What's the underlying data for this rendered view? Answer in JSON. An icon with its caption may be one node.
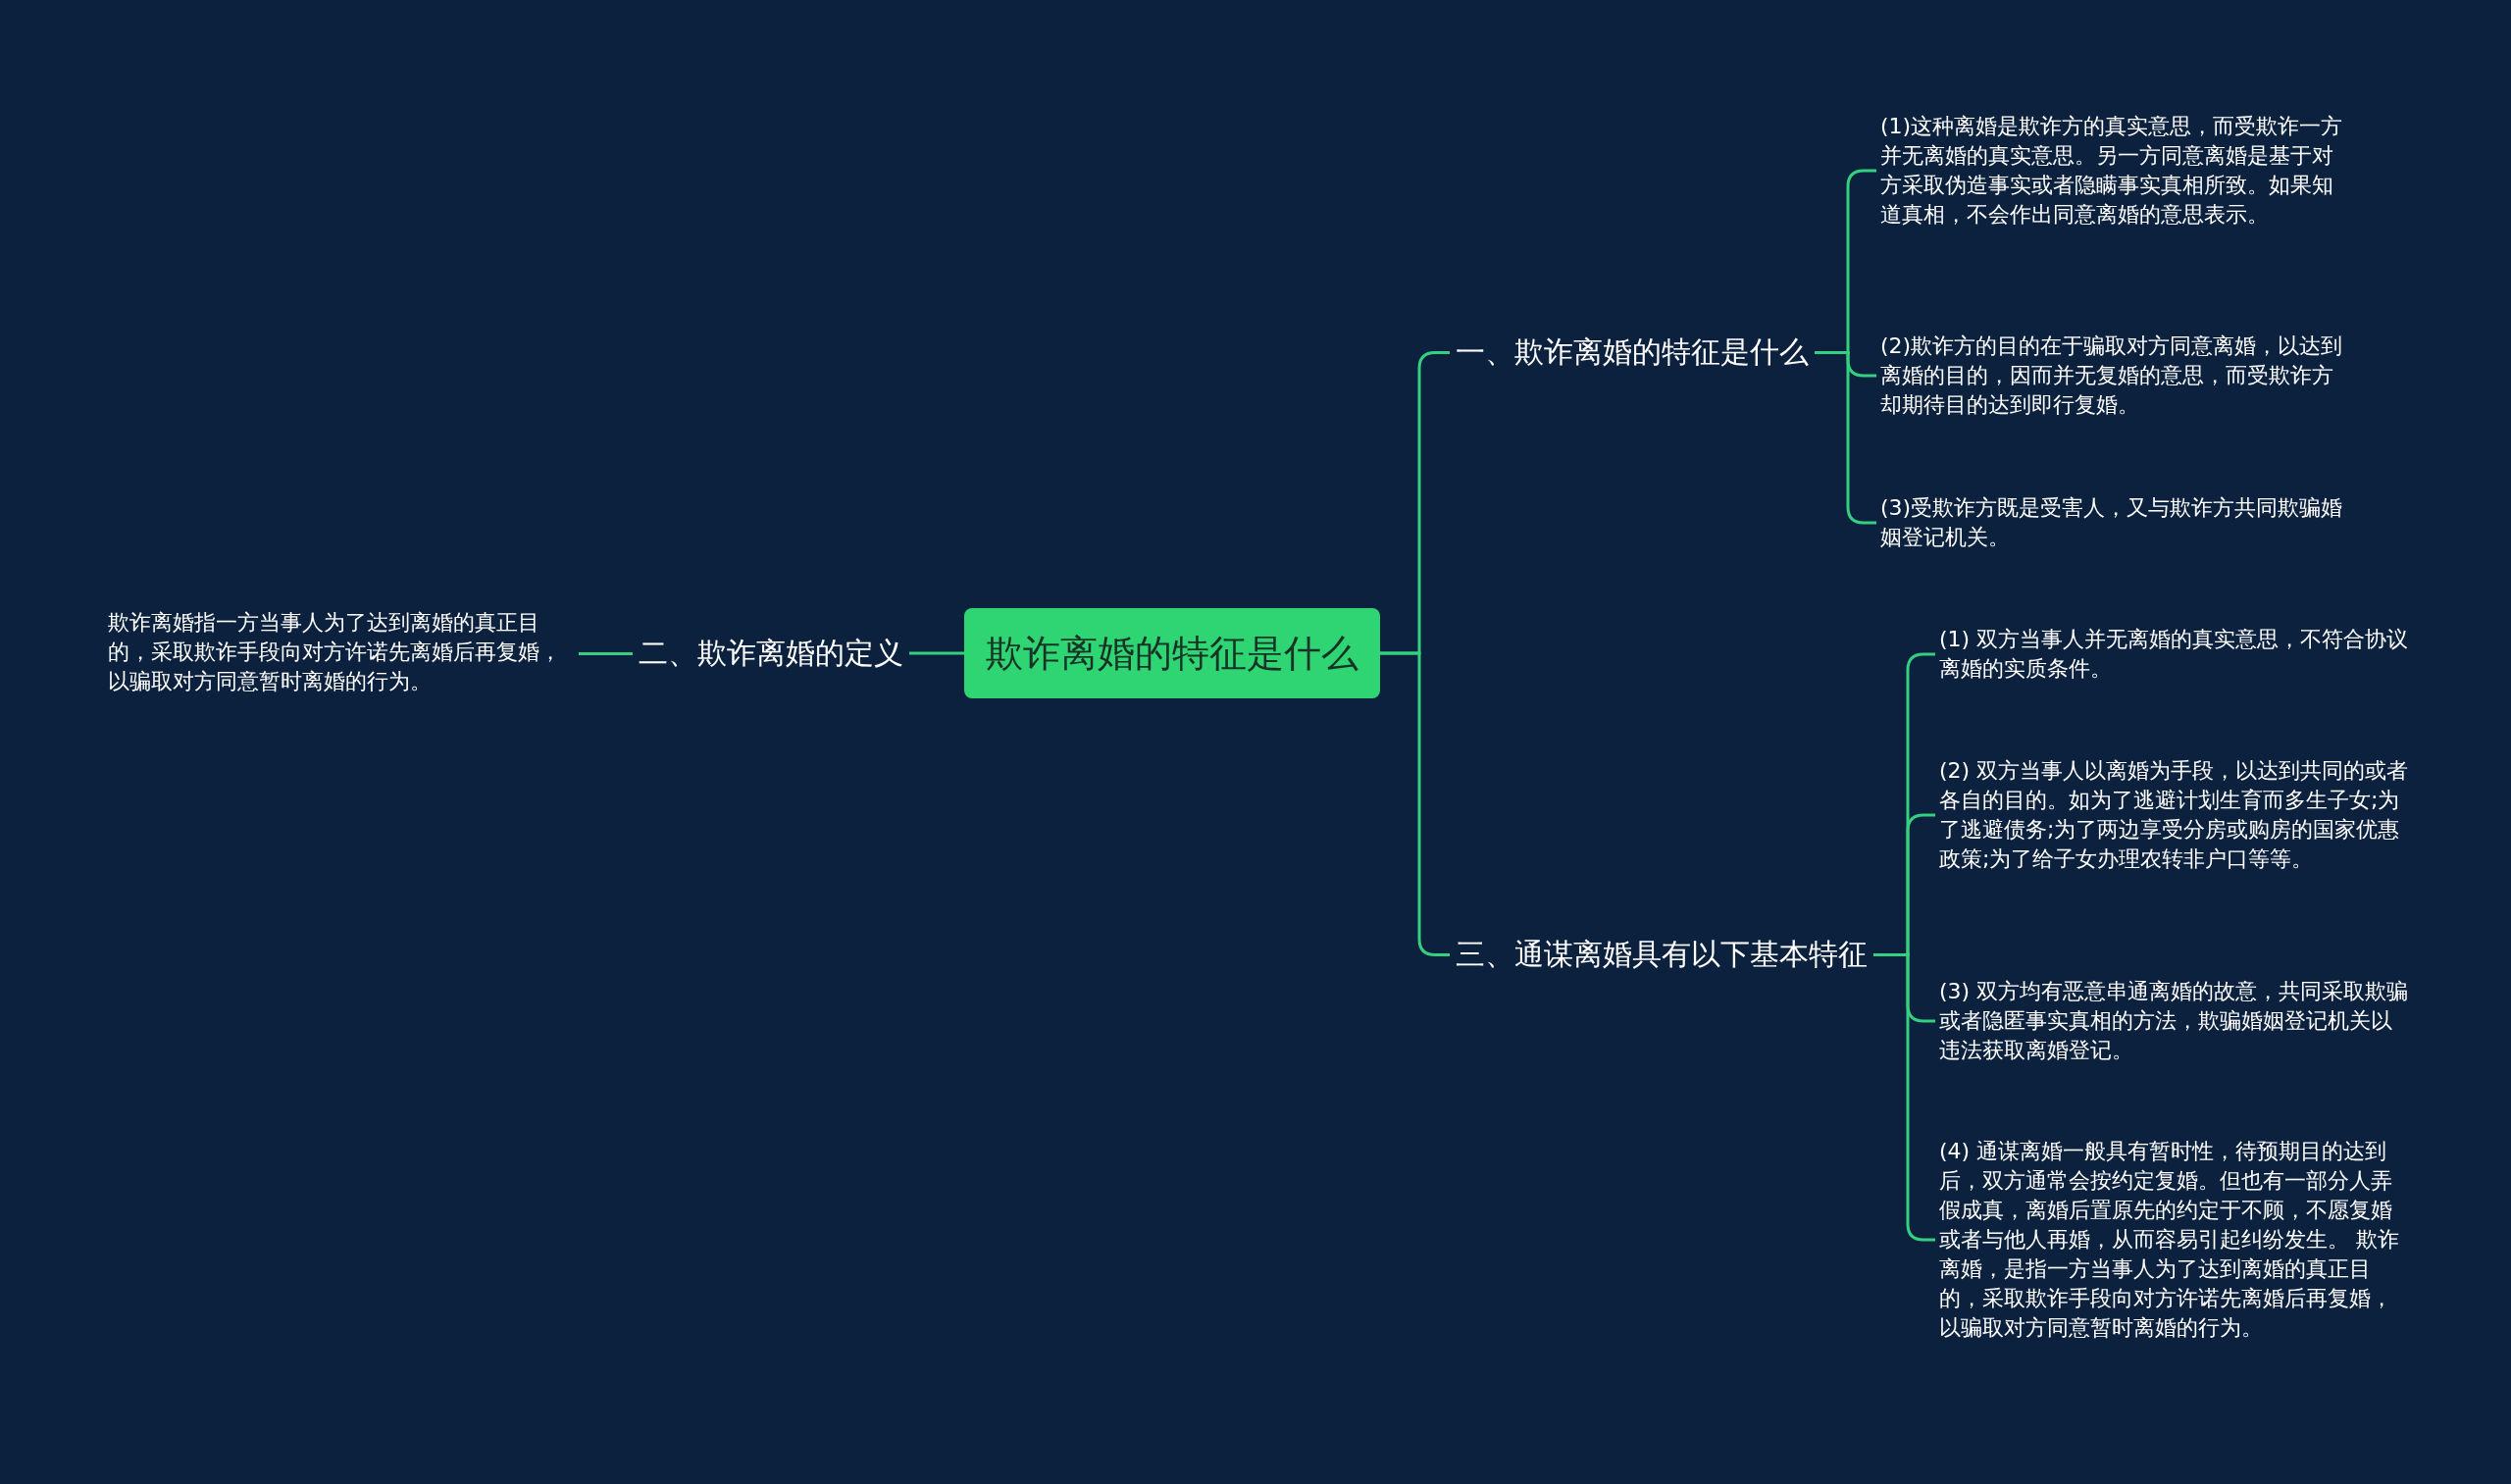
{
  "diagram": {
    "nodes": [
      {
        "text": [
          "欺诈离婚的特征是什么"
        ]
      },
      {
        "text": [
          "一、欺诈离婚的特征是什么"
        ]
      },
      {
        "text": [
          "(1)这种离婚是欺诈方的真实意思，而受欺诈一方并无离婚的真实意思。另一方同意离婚是基于对方采取伪造事实或者隐瞒事实真相所致。如果知道真相，不会作出同意离婚的意思表示。"
        ]
      },
      {
        "text": [
          "(2)欺诈方的目的在于骗取对方同意离婚，以达到离婚的目的，因而并无复婚的意思，而受欺诈方却期待目的达到即行复婚。"
        ]
      },
      {
        "text": [
          "(3)受欺诈方既是受害人，又与欺诈方共同欺骗婚姻登记机关。"
        ]
      },
      {
        "text": [
          "三、通谋离婚具有以下基本特征"
        ]
      },
      {
        "text": [
          "(1) 双方当事人并无离婚的真实意思，不符合协议离婚的实质条件。"
        ]
      },
      {
        "text": [
          "(2) 双方当事人以离婚为手段，以达到共同的或者各自的目的。如为了逃避计划生育而多生子女;为了逃避债务;为了两边享受分房或购房的国家优惠政策;为了给子女办理农转非户口等等。"
        ]
      },
      {
        "text": [
          "(3) 双方均有恶意串通离婚的故意，共同采取欺骗或者隐匿事实真相的方法，欺骗婚姻登记机关以违法获取离婚登记。"
        ]
      },
      {
        "text": [
          "(4) 通谋离婚一般具有暂时性，待预期目的达到后，双方通常会按约定复婚。但也有一部分人弄假成真，离婚后置原先的约定于不顾，不愿复婚或者与他人再婚，从而容易引起纠纷发生。 欺诈离婚，是指一方当事人为了达到离婚的真正目的，采取欺诈手段向对方许诺先离婚后再复婚，以骗取对方同意暂时离婚的行为。"
        ]
      },
      {
        "text": [
          "二、欺诈离婚的定义"
        ]
      },
      {
        "text": [
          "欺诈离婚指一方当事人为了达到离婚的真正目的，采取欺诈手段向对方许诺先离婚后再复婚，以骗取对方同意暂时离婚的行为。"
        ]
      }
    ],
    "edges": [
      {
        "from": 0,
        "to": 1,
        "arrow": "none"
      },
      {
        "from": 1,
        "to": 2,
        "arrow": "none"
      },
      {
        "from": 1,
        "to": 3,
        "arrow": "none"
      },
      {
        "from": 1,
        "to": 4,
        "arrow": "none"
      },
      {
        "from": 0,
        "to": 5,
        "arrow": "none"
      },
      {
        "from": 5,
        "to": 6,
        "arrow": "none"
      },
      {
        "from": 5,
        "to": 7,
        "arrow": "none"
      },
      {
        "from": 5,
        "to": 8,
        "arrow": "none"
      },
      {
        "from": 5,
        "to": 9,
        "arrow": "none"
      },
      {
        "from": 0,
        "to": 10,
        "arrow": "none"
      },
      {
        "from": 10,
        "to": 11,
        "arrow": "none"
      }
    ]
  }
}
